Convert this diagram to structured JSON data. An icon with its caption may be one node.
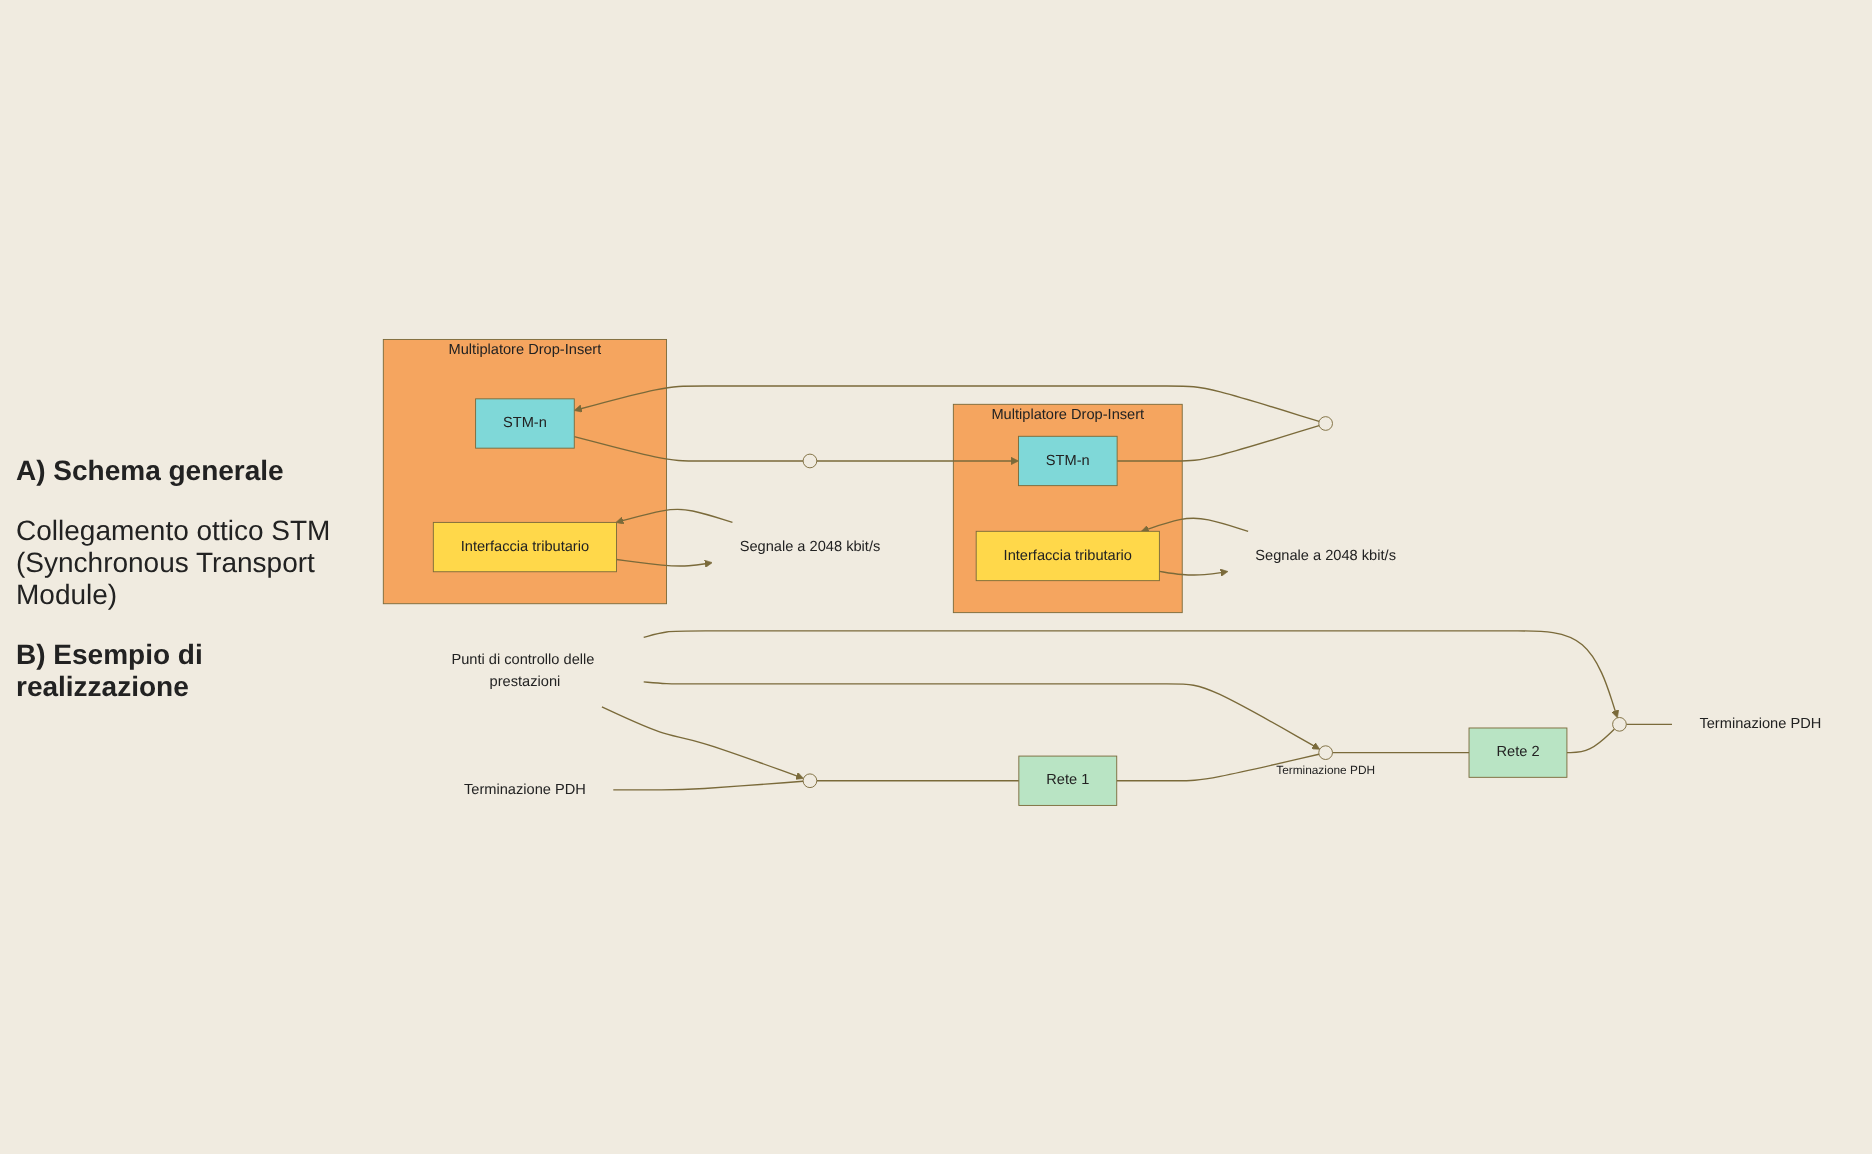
{
  "diagram": {
    "nodes": [
      {
        "text": [
          "Punti di controllo delle prestazioni"
        ]
      },
      {
        "text": [
          "Terminazione PDH"
        ]
      },
      {
        "text": [],
        "shape": "circle"
      },
      {
        "text": [
          "Rete 1"
        ]
      },
      {
        "text": [],
        "shape": "circle",
        "beside": [
          "Terminazione PDH"
        ]
      },
      {
        "text": [
          "Rete 2"
        ]
      },
      {
        "text": [],
        "shape": "circle"
      },
      {
        "text": [
          "Terminazione PDH"
        ]
      },
      {
        "text": [
          "Multiplatore Drop-Insert"
        ]
      },
      {
        "text": [
          "STM-n"
        ],
        "in": 8
      },
      {
        "text": [
          "Interfaccia tributario"
        ],
        "in": 8
      },
      {
        "text": [
          "Multiplatore Drop-Insert"
        ]
      },
      {
        "text": [
          "STM-n"
        ],
        "in": 11
      },
      {
        "text": [
          "Interfaccia tributario"
        ],
        "in": 11
      },
      {
        "text": [
          "Segnale a 2048 kbit/s"
        ]
      },
      {
        "text": [
          "Segnale a 2048 kbit/s"
        ]
      },
      {
        "text": [],
        "shape": "circle"
      },
      {
        "text": [],
        "shape": "circle"
      }
    ],
    "edges": [
      {
        "from": 0,
        "to": 2,
        "arrow": "to"
      },
      {
        "from": 0,
        "to": 4,
        "arrow": "to"
      },
      {
        "from": 0,
        "to": 6,
        "arrow": "to"
      },
      {
        "from": 1,
        "to": 2,
        "arrow": "none"
      },
      {
        "from": 2,
        "to": 3,
        "arrow": "none"
      },
      {
        "from": 3,
        "to": 4,
        "arrow": "none"
      },
      {
        "from": 4,
        "to": 5,
        "arrow": "none"
      },
      {
        "from": 5,
        "to": 6,
        "arrow": "none"
      },
      {
        "from": 6,
        "to": 7,
        "arrow": "none"
      },
      {
        "from": 9,
        "to": 16,
        "arrow": "none"
      },
      {
        "from": 16,
        "to": 12,
        "arrow": "to"
      },
      {
        "from": 12,
        "to": 17,
        "arrow": "none"
      },
      {
        "from": 17,
        "to": 9,
        "arrow": "to"
      },
      {
        "from": 10,
        "to": 14,
        "arrow": "to"
      },
      {
        "from": 14,
        "to": 10,
        "arrow": "to"
      },
      {
        "from": 15,
        "to": 13,
        "arrow": "to"
      },
      {
        "from": 13,
        "to": 15,
        "arrow": "to"
      }
    ],
    "labels": [
      "A) Schema generale",
      "Collegamento ottico STM (Synchronous Transport Module)",
      "B) Esempio di realizzazione"
    ]
  }
}
